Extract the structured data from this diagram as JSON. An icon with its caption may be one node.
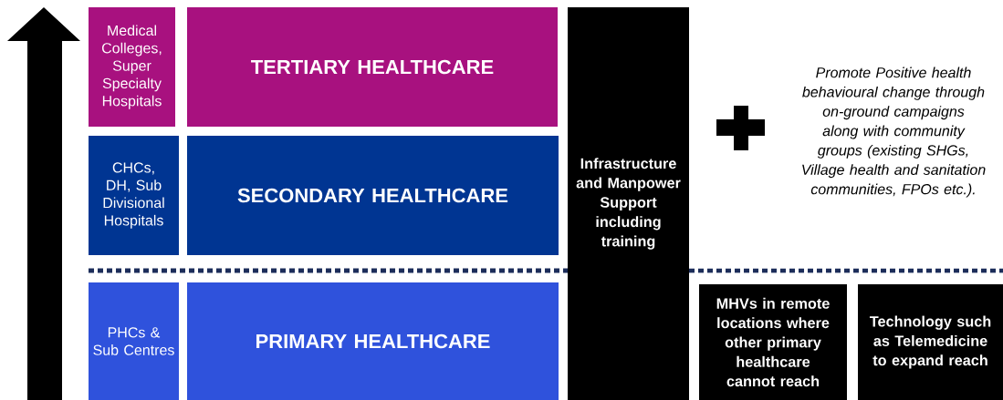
{
  "diagram": {
    "nodes": [
      {
        "text": [
          "Medical Colleges, Super Specialty Hospitals"
        ]
      },
      {
        "text": [
          "TERTIARY HEALTHCARE"
        ]
      },
      {
        "text": [
          "CHCs, DH, Sub Divisional Hospitals"
        ]
      },
      {
        "text": [
          "SECONDARY HEALTHCARE"
        ]
      },
      {
        "text": [
          "PHCs & Sub Centres"
        ]
      },
      {
        "text": [
          "PRIMARY HEALTHCARE"
        ]
      },
      {
        "text": [
          "Infrastructure and Manpower Support including training"
        ]
      },
      {
        "text": [
          "MHVs in remote locations where other primary healthcare cannot reach"
        ]
      },
      {
        "text": [
          "Technology such as Telemedicine to expand reach"
        ]
      }
    ],
    "labels": [
      "Promote Positive health behavioural change through on-ground campaigns along with community groups (existing SHGs, Village health and sanitation communities, FPOs etc.)."
    ]
  }
}
